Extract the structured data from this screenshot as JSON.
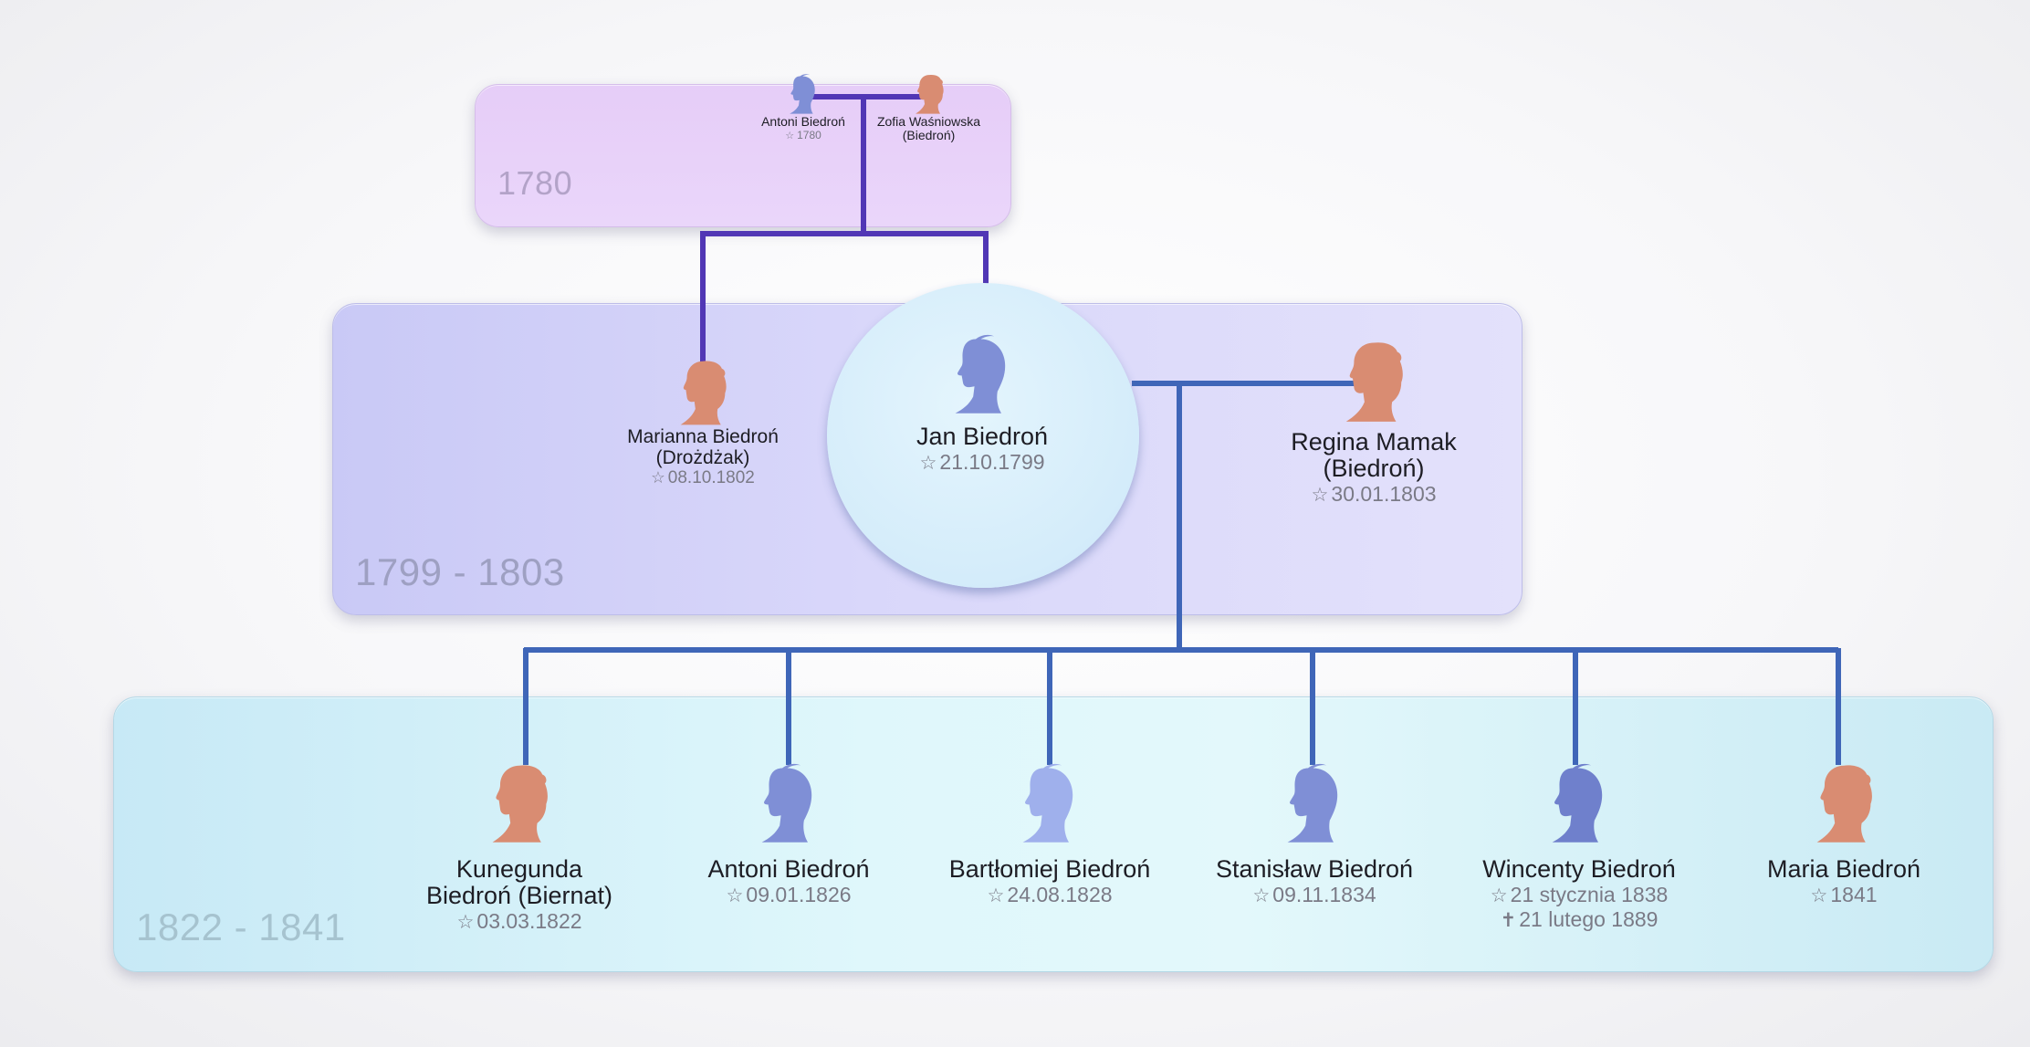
{
  "generations": [
    {
      "id": "1780",
      "label": "1780"
    },
    {
      "id": "1799",
      "label": "1799 - 1803"
    },
    {
      "id": "1822",
      "label": "1822 - 1841"
    }
  ],
  "parents": {
    "father": {
      "name": "Antoni Biedroń",
      "birth": "1780",
      "gender": "male"
    },
    "mother": {
      "name_line1": "Zofia Waśniowska",
      "name_line2": "(Biedroń)",
      "gender": "female"
    }
  },
  "focus": {
    "name": "Jan Biedroń",
    "birth": "21.10.1799",
    "gender": "male"
  },
  "spouses": [
    {
      "name_line1": "Marianna Biedroń",
      "name_line2": "(Drożdżak)",
      "birth": "08.10.1802",
      "gender": "female"
    },
    {
      "name_line1": "Regina Mamak",
      "name_line2": "(Biedroń)",
      "birth": "30.01.1803",
      "gender": "female"
    }
  ],
  "children": [
    {
      "name_line1": "Kunegunda",
      "name_line2": "Biedroń (Biernat)",
      "birth": "03.03.1822",
      "gender": "female"
    },
    {
      "name_line1": "Antoni Biedroń",
      "birth": "09.01.1826",
      "gender": "male"
    },
    {
      "name_line1": "Bartłomiej Biedroń",
      "birth": "24.08.1828",
      "gender": "male"
    },
    {
      "name_line1": "Stanisław Biedroń",
      "birth": "09.11.1834",
      "gender": "male"
    },
    {
      "name_line1": "Wincenty Biedroń",
      "birth": "21 stycznia 1838",
      "death": "21 lutego 1889",
      "gender": "male"
    },
    {
      "name_line1": "Maria Biedroń",
      "birth": "1841",
      "gender": "female"
    }
  ],
  "symbols": {
    "birth": "☆",
    "death": "✝"
  },
  "colors": {
    "male_silhouette": "#7f8fd6",
    "female_silhouette": "#d98c72",
    "parent_lines": "#5137b5",
    "child_lines": "#3f66b8"
  }
}
